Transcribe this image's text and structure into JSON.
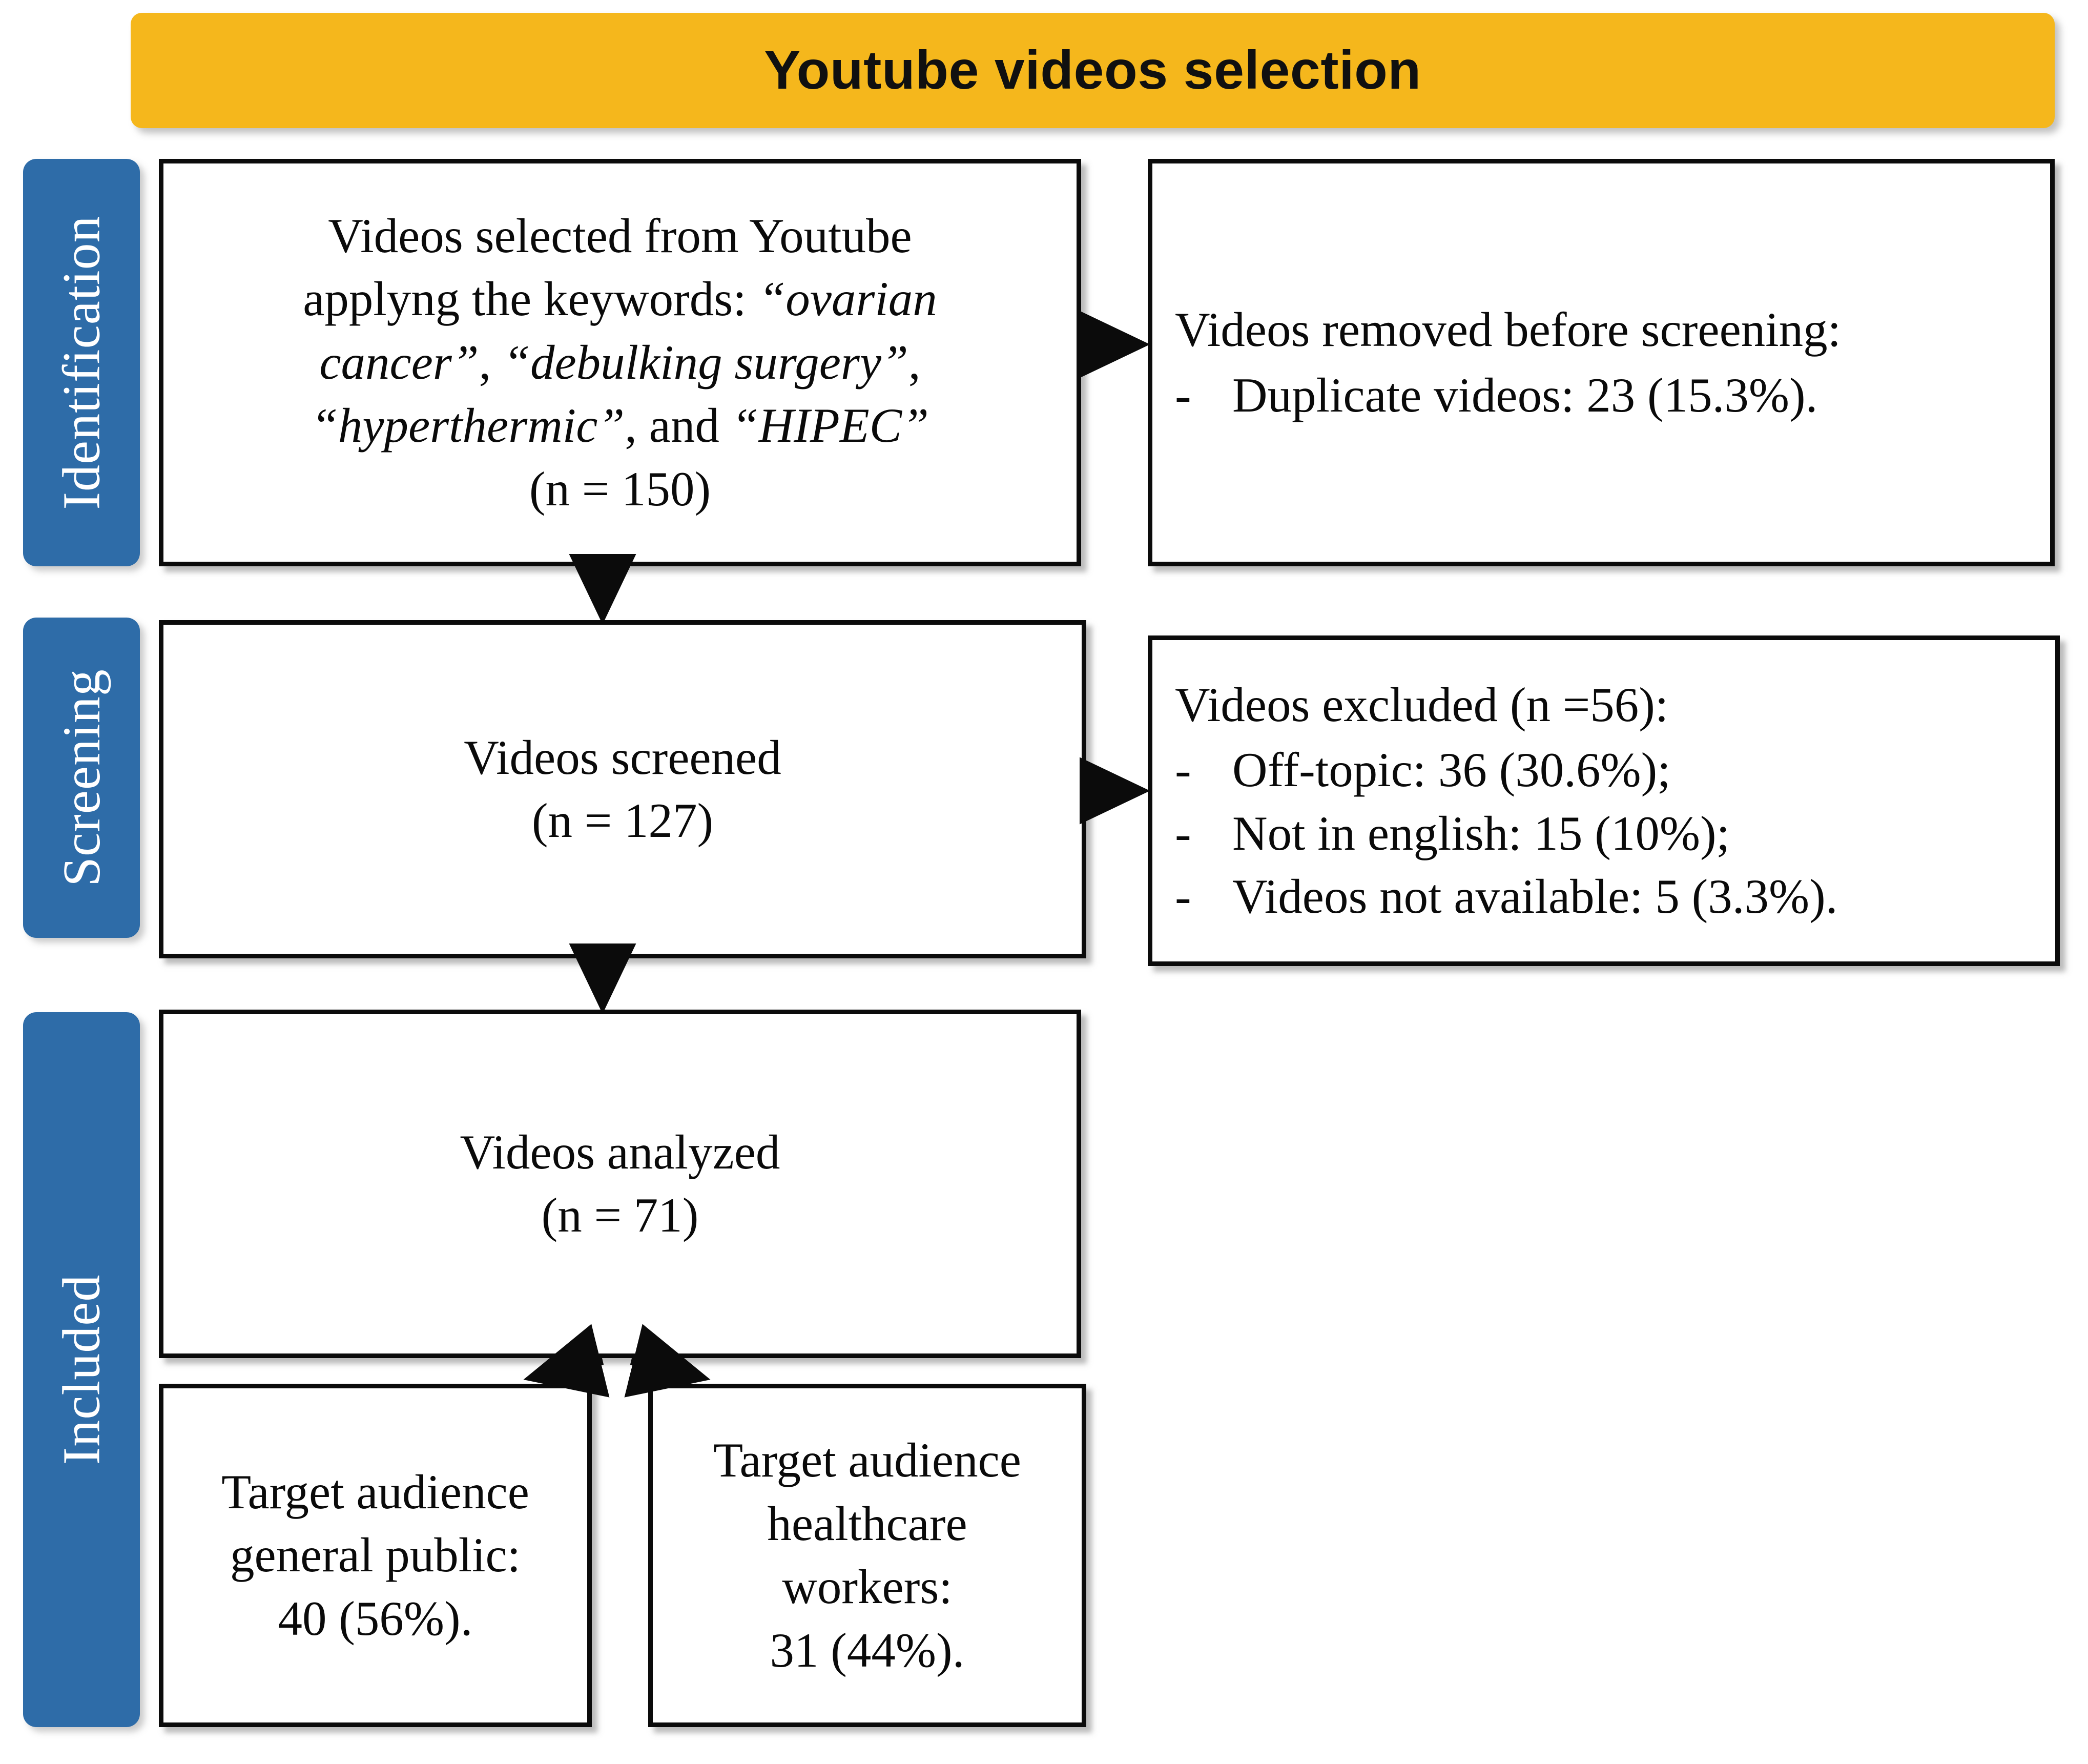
{
  "banner": {
    "title": "Youtube videos selection",
    "bg_color": "#F5B71C"
  },
  "stages": [
    {
      "id": "identification",
      "label": "Identification",
      "bg_color": "#2E6CA8"
    },
    {
      "id": "screening",
      "label": "Screening",
      "bg_color": "#2E6CA8"
    },
    {
      "id": "included",
      "label": "Included",
      "bg_color": "#2E6CA8"
    }
  ],
  "boxes": {
    "identified": {
      "line1": "Videos selected from Youtube",
      "line2_prefix": "applyng the keywords: ",
      "kw1": "“ovarian",
      "kw2": "cancer”",
      "sep1": ", ",
      "kw3": "“debulking surgery”",
      "sep2": ", ",
      "kw4": "“hyperthermic”",
      "sep3": ", and ",
      "kw5": "“HIPEC”",
      "count": "(n = 150)"
    },
    "removed": {
      "heading": "Videos removed before screening:",
      "bullets": [
        {
          "dash": "-",
          "text": "Duplicate videos:  23 (15.3%)."
        }
      ]
    },
    "screened": {
      "line1": "Videos screened",
      "count": "(n = 127)"
    },
    "excluded": {
      "heading": "Videos excluded (n =56):",
      "bullets": [
        {
          "dash": "-",
          "text": "Off-topic: 36 (30.6%);"
        },
        {
          "dash": "-",
          "text": "Not in english: 15 (10%);"
        },
        {
          "dash": "-",
          "text": "Videos not available: 5 (3.3%)."
        }
      ]
    },
    "analyzed": {
      "line1": "Videos analyzed",
      "count": "(n = 71)"
    },
    "target_public": {
      "line1": "Target audience",
      "line2": "general public:",
      "line3": "40 (56%)."
    },
    "target_healthcare": {
      "line1": "Target audience",
      "line2": "healthcare",
      "line3": "workers:",
      "line4": "31 (44%)."
    }
  },
  "chart_data": {
    "type": "diagram",
    "title": "Youtube videos selection",
    "flow": [
      {
        "stage": "Identification",
        "node": "Videos selected from Youtube",
        "n": 150
      },
      {
        "stage": "Identification",
        "node": "Duplicate videos removed",
        "n": 23,
        "percent": 15.3
      },
      {
        "stage": "Screening",
        "node": "Videos screened",
        "n": 127
      },
      {
        "stage": "Screening",
        "node": "Videos excluded",
        "n": 56
      },
      {
        "stage": "Screening",
        "node": "Off-topic",
        "n": 36,
        "percent": 30.6
      },
      {
        "stage": "Screening",
        "node": "Not in english",
        "n": 15,
        "percent": 10
      },
      {
        "stage": "Screening",
        "node": "Videos not available",
        "n": 5,
        "percent": 3.3
      },
      {
        "stage": "Included",
        "node": "Videos analyzed",
        "n": 71
      },
      {
        "stage": "Included",
        "node": "Target audience general public",
        "n": 40,
        "percent": 56
      },
      {
        "stage": "Included",
        "node": "Target audience healthcare workers",
        "n": 31,
        "percent": 44
      }
    ]
  }
}
